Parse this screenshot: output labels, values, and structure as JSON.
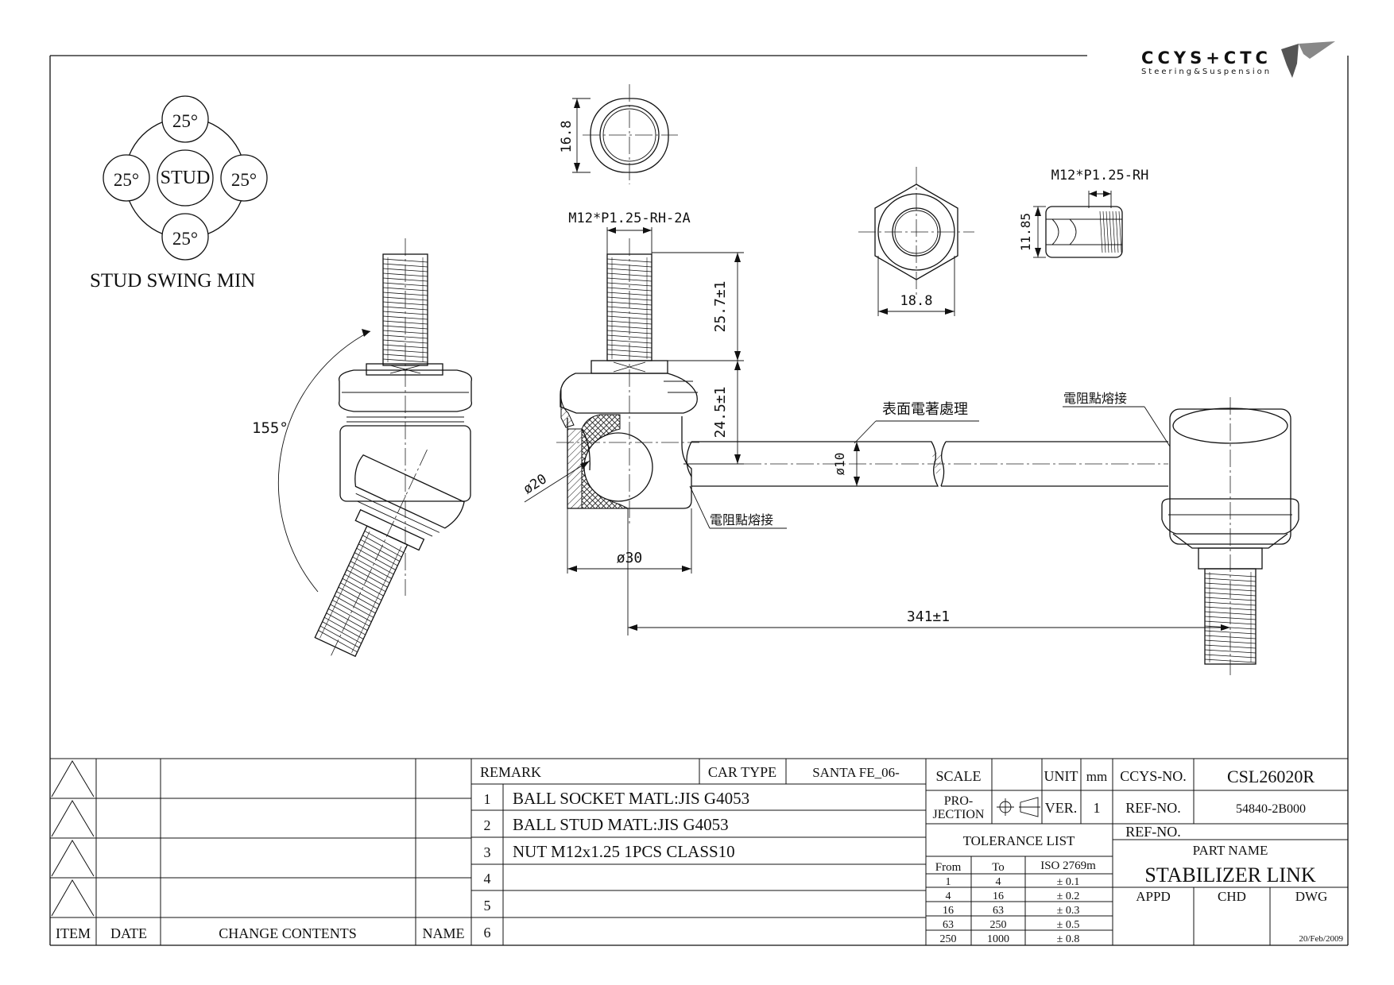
{
  "logo": {
    "brand": "CCYS+CTC",
    "tagline": "Steering&Suspension"
  },
  "swing": {
    "center": "STUD",
    "top": "25°",
    "left": "25°",
    "right": "25°",
    "bottom": "25°",
    "caption": "STUD SWING MIN"
  },
  "dims": {
    "nut_top": "16.8",
    "stud_thread": "M12*P1.25-RH-2A",
    "thread_len": "25.7±1",
    "neck_len": "24.5±1",
    "ball_dia": "ø20",
    "socket_dia": "ø30",
    "rod_dia": "ø10",
    "nut_width": "18.8",
    "nut_thread": "M12*P1.25-RH",
    "nut_height": "11.85",
    "length": "341±1",
    "angle": "155°"
  },
  "notes": {
    "coating": "表面電著處理",
    "weld_left": "電阻點熔接",
    "weld_right": "電阻點熔接"
  },
  "revision": {
    "headers": {
      "item": "ITEM",
      "date": "DATE",
      "change": "CHANGE CONTENTS",
      "name": "NAME"
    }
  },
  "remarks": {
    "header": "REMARK",
    "car_type_label": "CAR TYPE",
    "car_type": "SANTA FE_06-",
    "rows": [
      {
        "no": "1",
        "text": "BALL SOCKET MATL:JIS G4053"
      },
      {
        "no": "2",
        "text": "BALL STUD MATL:JIS G4053"
      },
      {
        "no": "3",
        "text": "NUT M12x1.25 1PCS CLASS10"
      },
      {
        "no": "4",
        "text": ""
      },
      {
        "no": "5",
        "text": ""
      },
      {
        "no": "6",
        "text": ""
      }
    ]
  },
  "spec": {
    "scale_label": "SCALE",
    "unit_label": "UNIT",
    "unit": "mm",
    "projection_line1": "PRO-",
    "projection_line2": "JECTION",
    "ver_label": "VER.",
    "ver": "1",
    "tolerance_title": "TOLERANCE LIST",
    "tol_headers": {
      "from": "From",
      "to": "To",
      "iso": "ISO 2769m"
    },
    "tolerances": [
      {
        "from": "1",
        "to": "4",
        "tol": "± 0.1"
      },
      {
        "from": "4",
        "to": "16",
        "tol": "± 0.2"
      },
      {
        "from": "16",
        "to": "63",
        "tol": "± 0.3"
      },
      {
        "from": "63",
        "to": "250",
        "tol": "± 0.5"
      },
      {
        "from": "250",
        "to": "1000",
        "tol": "± 0.8"
      }
    ]
  },
  "title": {
    "ccys_no_label": "CCYS-NO.",
    "ccys_no": "CSL26020R",
    "ref_no_label": "REF-NO.",
    "ref_no": "54840-2B000",
    "ref_no2_label": "REF-NO.",
    "part_name_label": "PART NAME",
    "part_name": "STABILIZER LINK",
    "appd": "APPD",
    "chd": "CHD",
    "dwg": "DWG",
    "date": "20/Feb/2009"
  }
}
